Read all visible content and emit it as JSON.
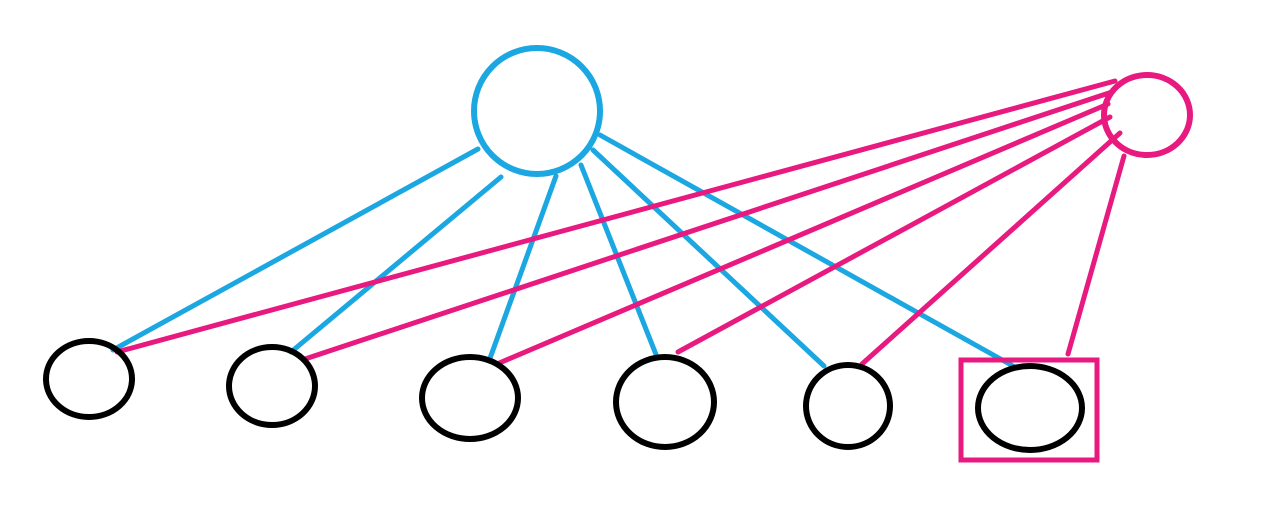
{
  "diagram": {
    "colors": {
      "background": "#ffffff",
      "blue": "#1ba7e1",
      "pink": "#e8197f",
      "black": "#000000"
    },
    "nodes": [
      {
        "id": "blue-hub",
        "color": "blue",
        "kind": "hub"
      },
      {
        "id": "pink-hub",
        "color": "pink",
        "kind": "hub"
      },
      {
        "id": "leaf-1",
        "color": "black",
        "kind": "leaf"
      },
      {
        "id": "leaf-2",
        "color": "black",
        "kind": "leaf"
      },
      {
        "id": "leaf-3",
        "color": "black",
        "kind": "leaf"
      },
      {
        "id": "leaf-4",
        "color": "black",
        "kind": "leaf"
      },
      {
        "id": "leaf-5",
        "color": "black",
        "kind": "leaf"
      },
      {
        "id": "leaf-6",
        "color": "black",
        "kind": "leaf",
        "highlighted": true
      }
    ],
    "edges": [
      {
        "from": "blue-hub",
        "to": "leaf-1",
        "color": "blue"
      },
      {
        "from": "blue-hub",
        "to": "leaf-2",
        "color": "blue"
      },
      {
        "from": "blue-hub",
        "to": "leaf-3",
        "color": "blue"
      },
      {
        "from": "blue-hub",
        "to": "leaf-4",
        "color": "blue"
      },
      {
        "from": "blue-hub",
        "to": "leaf-5",
        "color": "blue"
      },
      {
        "from": "blue-hub",
        "to": "leaf-6",
        "color": "blue"
      },
      {
        "from": "pink-hub",
        "to": "leaf-1",
        "color": "pink"
      },
      {
        "from": "pink-hub",
        "to": "leaf-2",
        "color": "pink"
      },
      {
        "from": "pink-hub",
        "to": "leaf-3",
        "color": "pink"
      },
      {
        "from": "pink-hub",
        "to": "leaf-4",
        "color": "pink"
      },
      {
        "from": "pink-hub",
        "to": "leaf-5",
        "color": "pink"
      },
      {
        "from": "pink-hub",
        "to": "leaf-6",
        "color": "pink"
      }
    ],
    "highlight": {
      "node": "leaf-6",
      "shape": "square-box",
      "color": "pink"
    }
  }
}
